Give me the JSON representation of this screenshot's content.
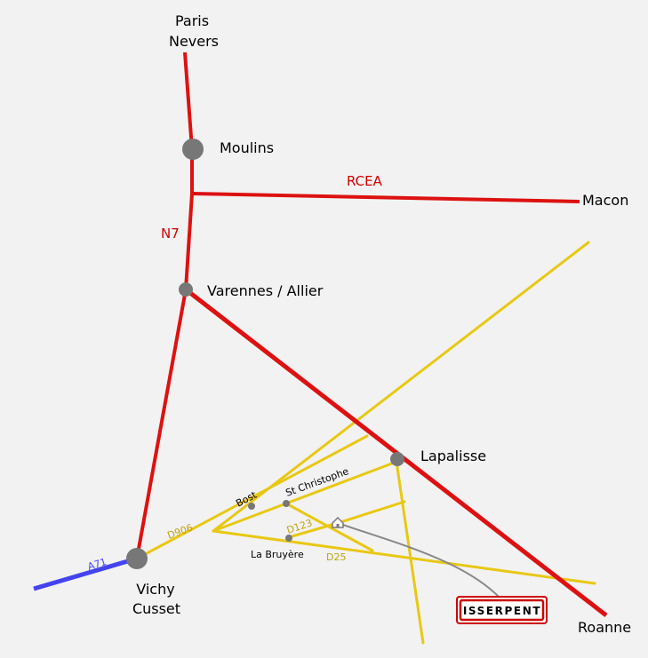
{
  "colors": {
    "national_road": "#dd1111",
    "departmental_road": "#e8c814",
    "motorway": "#4444ee",
    "town_dot": "#777777",
    "local_link": "#888888",
    "sign_red": "#cc0000",
    "background": "#f2f2f2"
  },
  "labels": {
    "paris": "Paris",
    "nevers": "Nevers",
    "moulins": "Moulins",
    "macon": "Macon",
    "varennes": "Varennes / Allier",
    "lapalisse": "Lapalisse",
    "vichy": "Vichy",
    "cusset": "Cusset",
    "roanne": "Roanne",
    "bost": "Bost",
    "st_christophe": "St Christophe",
    "la_bruyere": "La Bruyère"
  },
  "roads": {
    "rcea": "RCEA",
    "n7": "N7",
    "a71": "A71",
    "d906": "D906",
    "d123": "D123",
    "d25": "D25"
  },
  "sign": {
    "text": "ISSERPENT"
  },
  "icons": {
    "village": "house-icon"
  }
}
